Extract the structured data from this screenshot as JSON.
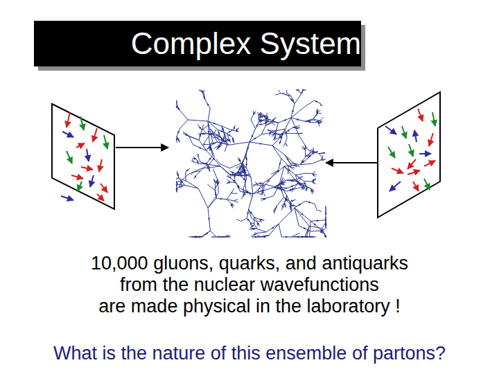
{
  "diagram": {
    "title": "Complex System",
    "labels": [
      "10,000 gluons, quarks, and antiquarks from the nuclear wavefunctions are made physical in the laboratory !",
      "What is the nature of this ensemble of partons?"
    ]
  }
}
